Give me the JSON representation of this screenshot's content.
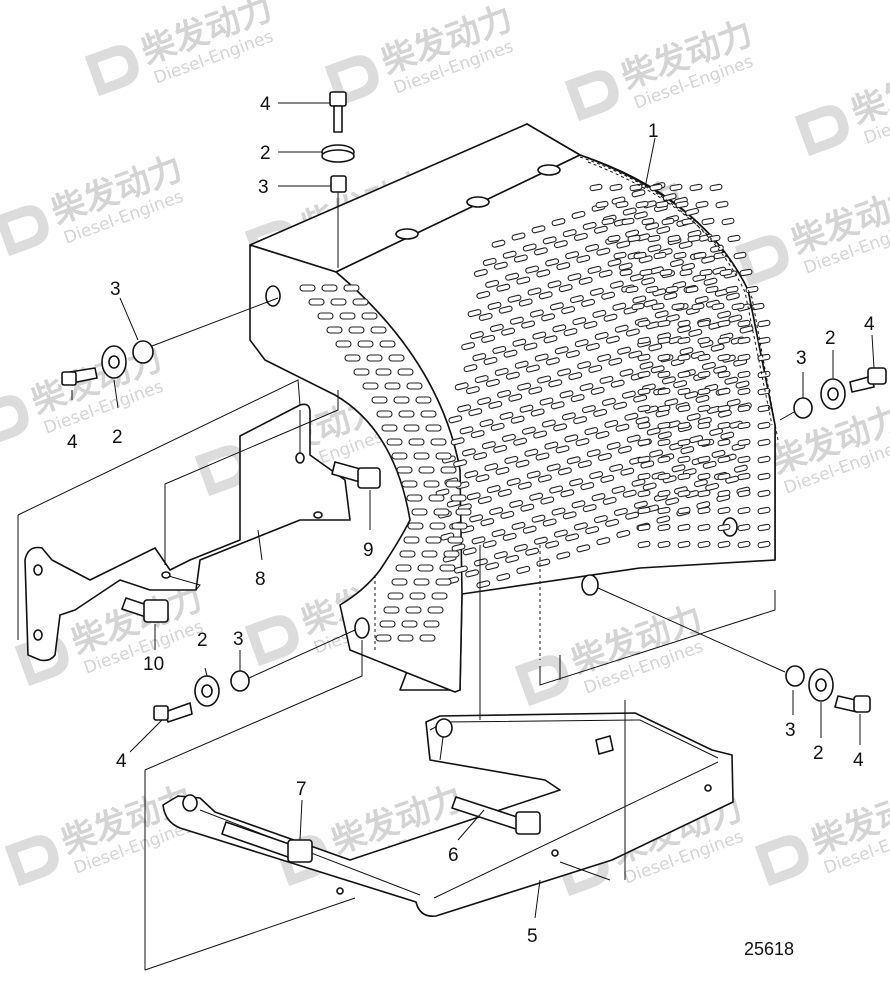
{
  "figure_number": "25618",
  "watermark": {
    "brand": "柴发动力",
    "subtitle": "Diesel-Engines"
  },
  "callouts": [
    {
      "id": "c1",
      "text": "1"
    },
    {
      "id": "c2a",
      "text": "2"
    },
    {
      "id": "c3a",
      "text": "3"
    },
    {
      "id": "c4a",
      "text": "4"
    },
    {
      "id": "c3b",
      "text": "3"
    },
    {
      "id": "c2b",
      "text": "2"
    },
    {
      "id": "c4b",
      "text": "4"
    },
    {
      "id": "c3c",
      "text": "3"
    },
    {
      "id": "c2c",
      "text": "2"
    },
    {
      "id": "c4c",
      "text": "4"
    },
    {
      "id": "c9",
      "text": "9"
    },
    {
      "id": "c8",
      "text": "8"
    },
    {
      "id": "c10",
      "text": "10"
    },
    {
      "id": "c2d",
      "text": "2"
    },
    {
      "id": "c3d",
      "text": "3"
    },
    {
      "id": "c4d",
      "text": "4"
    },
    {
      "id": "c3e",
      "text": "3"
    },
    {
      "id": "c2e",
      "text": "2"
    },
    {
      "id": "c4e",
      "text": "4"
    },
    {
      "id": "c7",
      "text": "7"
    },
    {
      "id": "c6",
      "text": "6"
    },
    {
      "id": "c5",
      "text": "5"
    }
  ],
  "colors": {
    "ink": "#111111",
    "watermark": "#d4d4d4",
    "background": "#ffffff"
  }
}
